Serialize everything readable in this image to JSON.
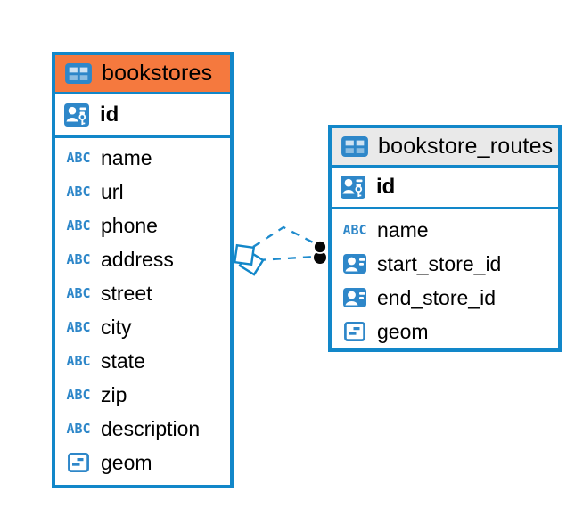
{
  "icons": {
    "abc_glyph": "ABC"
  },
  "colors": {
    "accent_blue": "#1287c9",
    "icon_blue": "#2e87c9",
    "orange_header": "#f5793e",
    "gray_header": "#e9e9e9",
    "connector_blue": "#1e8bcd",
    "dot_black": "#060606"
  },
  "tables": [
    {
      "name": "bookstores",
      "header_style": "orange",
      "fields": [
        {
          "name": "id",
          "icon": "person-key-icon",
          "primary_key": true
        },
        {
          "name": "name",
          "icon": "text-type-icon"
        },
        {
          "name": "url",
          "icon": "text-type-icon"
        },
        {
          "name": "phone",
          "icon": "text-type-icon"
        },
        {
          "name": "address",
          "icon": "text-type-icon"
        },
        {
          "name": "street",
          "icon": "text-type-icon"
        },
        {
          "name": "city",
          "icon": "text-type-icon"
        },
        {
          "name": "state",
          "icon": "text-type-icon"
        },
        {
          "name": "zip",
          "icon": "text-type-icon"
        },
        {
          "name": "description",
          "icon": "text-type-icon"
        },
        {
          "name": "geom",
          "icon": "object-type-icon"
        }
      ]
    },
    {
      "name": "bookstore_routes",
      "header_style": "gray",
      "fields": [
        {
          "name": "id",
          "icon": "person-key-icon",
          "primary_key": true
        },
        {
          "name": "name",
          "icon": "text-type-icon"
        },
        {
          "name": "start_store_id",
          "icon": "person-ref-icon"
        },
        {
          "name": "end_store_id",
          "icon": "person-ref-icon"
        },
        {
          "name": "geom",
          "icon": "object-type-icon"
        }
      ]
    }
  ],
  "relationship": {
    "from_table": "bookstores",
    "to_table": "bookstore_routes",
    "line_style": "dashed",
    "source_marker": "double-diamond",
    "target_marker": "double-dot"
  }
}
